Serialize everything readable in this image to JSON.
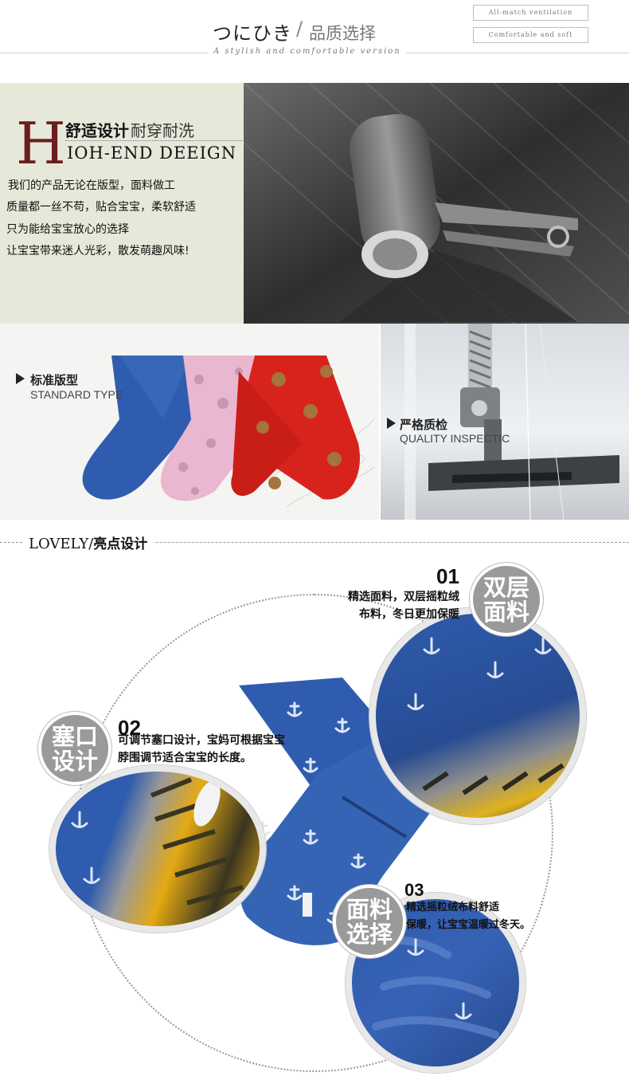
{
  "header": {
    "title_jp": "つにひき",
    "title_sep": "/",
    "title_cn": "品质选择",
    "subtitle": "A stylish and comfortable version",
    "tags": [
      "All-match ventilation",
      "Comfortable and soft"
    ]
  },
  "design": {
    "letter": "H",
    "title_cn_bold": "舒适设计",
    "title_cn_light": "耐穿耐洗",
    "title_en": "IOH-END DEEIGN",
    "description": [
      "我们的产品无论在版型，面料做工",
      "质量都一丝不苟，贴合宝宝，柔软舒适",
      "只为能给宝宝放心的选择",
      "让宝宝带来迷人光彩，散发萌趣风味!"
    ]
  },
  "standard": {
    "label_cn": "标准版型",
    "label_en": "STANDARD TYPE"
  },
  "quality": {
    "label_cn": "严格质检",
    "label_en": "QUALITY INSPECTIC"
  },
  "lovely": {
    "title_en": "LOVELY/",
    "title_cn": "亮点设计",
    "features": [
      {
        "num": "01",
        "badge": [
          "双层",
          "面料"
        ],
        "lines": [
          "精选面料，双层摇粒绒",
          "布料，冬日更加保暖"
        ]
      },
      {
        "num": "02",
        "badge": [
          "塞口",
          "设计"
        ],
        "lines": [
          "可调节塞口设计，宝妈可根据宝宝",
          "脖围调节适合宝宝的长度。"
        ]
      },
      {
        "num": "03",
        "badge": [
          "面料",
          "选择"
        ],
        "lines": [
          "精选摇粒绒布料舒适",
          "保暖，让宝宝温暖过冬天。"
        ]
      }
    ]
  },
  "colors": {
    "accent_dark_red": "#6b1e1e",
    "panel_bg": "#e6e9d9",
    "scarf_blue": "#2f5cae",
    "scarf_pink": "#e9b7cf",
    "scarf_red": "#d8231c"
  }
}
